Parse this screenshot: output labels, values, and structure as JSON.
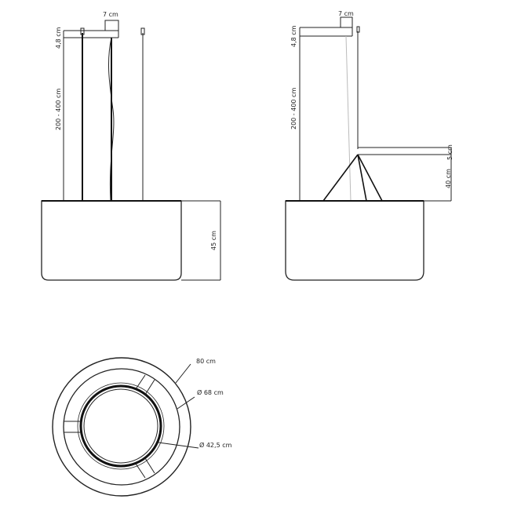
{
  "front_view": {
    "canopy_width": "7 cm",
    "canopy_height": "4,8 cm",
    "suspension_length": "200 - 400 cm",
    "shade_height": "45 cm"
  },
  "side_view": {
    "canopy_width": "7 cm",
    "canopy_height": "4,8 cm",
    "suspension_length": "200 - 400 cm",
    "hook_height": "5 cm",
    "cable_spread_height": "40 cm"
  },
  "top_view": {
    "outer_diameter": "80 cm",
    "middle_diameter": "Ø 68 cm",
    "inner_diameter": "Ø 42,5 cm"
  }
}
